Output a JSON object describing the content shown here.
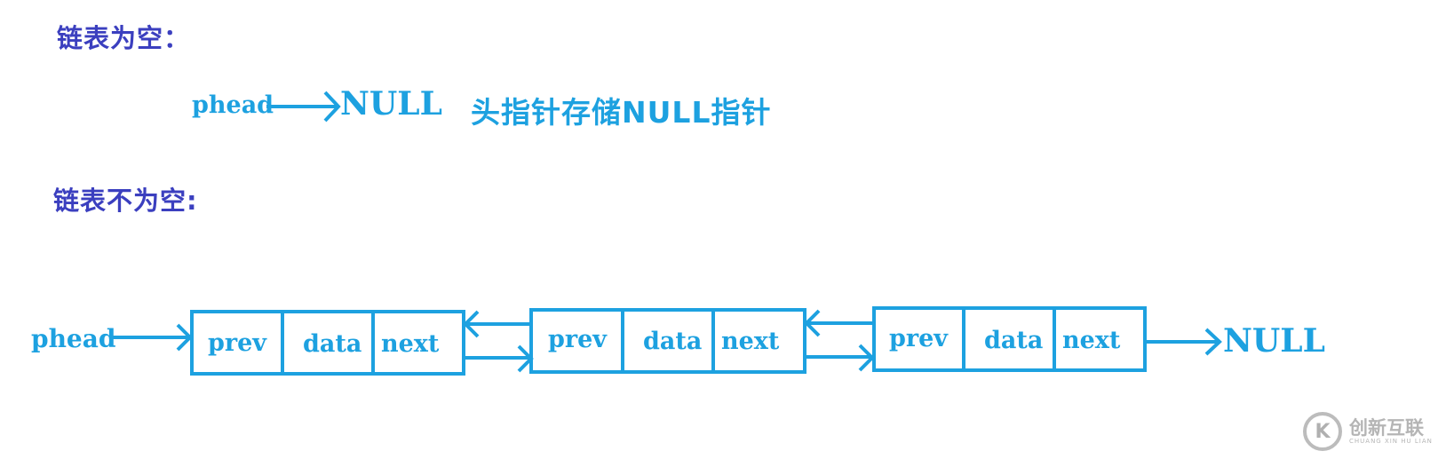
{
  "empty_section": {
    "heading": "链表为空：",
    "pointer_label": "phead",
    "target_label": "NULL",
    "note": "头指针存储NULL指针"
  },
  "nonempty_section": {
    "heading": "链表不为空:",
    "pointer_label": "phead",
    "nodes": [
      {
        "prev": "prev",
        "data": "data",
        "next": "next"
      },
      {
        "prev": "prev",
        "data": "data",
        "next": "next"
      },
      {
        "prev": "prev",
        "data": "data",
        "next": "next"
      }
    ],
    "tail_label": "NULL"
  },
  "colors": {
    "diagram_blue": "#1da1e0",
    "heading_purple": "#3b3fbf"
  },
  "watermark": {
    "logo_glyph": "K",
    "main": "创新互联",
    "sub": "CHUANG XIN HU LIAN"
  }
}
